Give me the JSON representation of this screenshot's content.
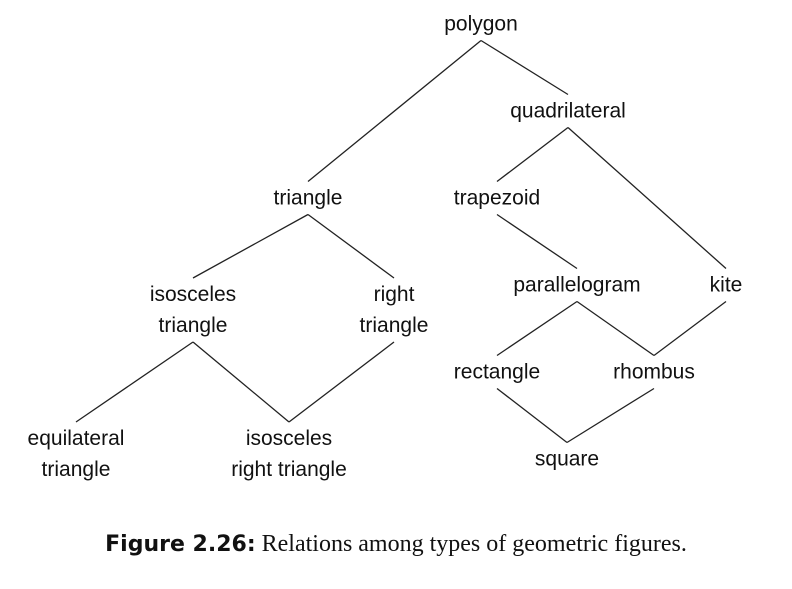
{
  "nodes": {
    "polygon": {
      "lines": [
        "polygon"
      ]
    },
    "quadrilateral": {
      "lines": [
        "quadrilateral"
      ]
    },
    "triangle": {
      "lines": [
        "triangle"
      ]
    },
    "trapezoid": {
      "lines": [
        "trapezoid"
      ]
    },
    "isosceles_triangle": {
      "lines": [
        "isosceles",
        "triangle"
      ]
    },
    "right_triangle": {
      "lines": [
        "right",
        "triangle"
      ]
    },
    "parallelogram": {
      "lines": [
        "parallelogram"
      ]
    },
    "kite": {
      "lines": [
        "kite"
      ]
    },
    "rectangle": {
      "lines": [
        "rectangle"
      ]
    },
    "rhombus": {
      "lines": [
        "rhombus"
      ]
    },
    "equilateral_triangle": {
      "lines": [
        "equilateral",
        "triangle"
      ]
    },
    "isosceles_right_triangle": {
      "lines": [
        "isosceles",
        "right triangle"
      ]
    },
    "square": {
      "lines": [
        "square"
      ]
    }
  },
  "edges": [
    [
      "polygon",
      "triangle"
    ],
    [
      "polygon",
      "quadrilateral"
    ],
    [
      "quadrilateral",
      "trapezoid"
    ],
    [
      "quadrilateral",
      "kite"
    ],
    [
      "triangle",
      "isosceles_triangle"
    ],
    [
      "triangle",
      "right_triangle"
    ],
    [
      "trapezoid",
      "parallelogram"
    ],
    [
      "isosceles_triangle",
      "equilateral_triangle"
    ],
    [
      "isosceles_triangle",
      "isosceles_right_triangle"
    ],
    [
      "right_triangle",
      "isosceles_right_triangle"
    ],
    [
      "parallelogram",
      "rectangle"
    ],
    [
      "parallelogram",
      "rhombus"
    ],
    [
      "kite",
      "rhombus"
    ],
    [
      "rectangle",
      "square"
    ],
    [
      "rhombus",
      "square"
    ]
  ],
  "caption": {
    "label": "Figure 2.26:",
    "text": " Relations among types of geometric figures."
  }
}
